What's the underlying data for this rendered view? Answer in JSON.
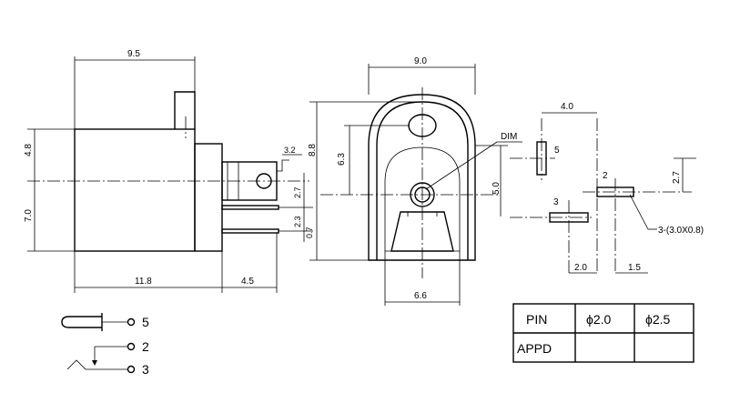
{
  "side_view": {
    "dim_top_width": "9.5",
    "dim_left_upper": "4.8",
    "dim_left_lower": "7.0",
    "dim_bottom_length": "11.8",
    "dim_pin_offset": "4.5",
    "dim_tab_width": "3.2",
    "dim_pin_spacing_a": "2.7",
    "dim_pin_spacing_b": "2.3",
    "dim_pin_spacing_c": "0.7"
  },
  "front_view": {
    "dim_width": "9.0",
    "dim_height_total": "8.8",
    "dim_height_upper": "6.3",
    "dim_center_height": "5.0",
    "dim_bottom_width": "6.6",
    "label_dim": "DIM"
  },
  "footprint": {
    "dim_top": "4.0",
    "dim_right": "2.7",
    "dim_bottom_left": "2.0",
    "dim_bottom_right": "1.5",
    "pin5_label": "5",
    "pin2_label": "2",
    "pin3_label": "3",
    "hole_note": "3-(3.0X0.8)"
  },
  "schematic": {
    "pin5": "5",
    "pin2": "2",
    "pin3": "3"
  },
  "spec_table": {
    "header_label": "PIN",
    "col1": "ϕ2.0",
    "col2": "ϕ2.5",
    "row_label": "APPD"
  }
}
